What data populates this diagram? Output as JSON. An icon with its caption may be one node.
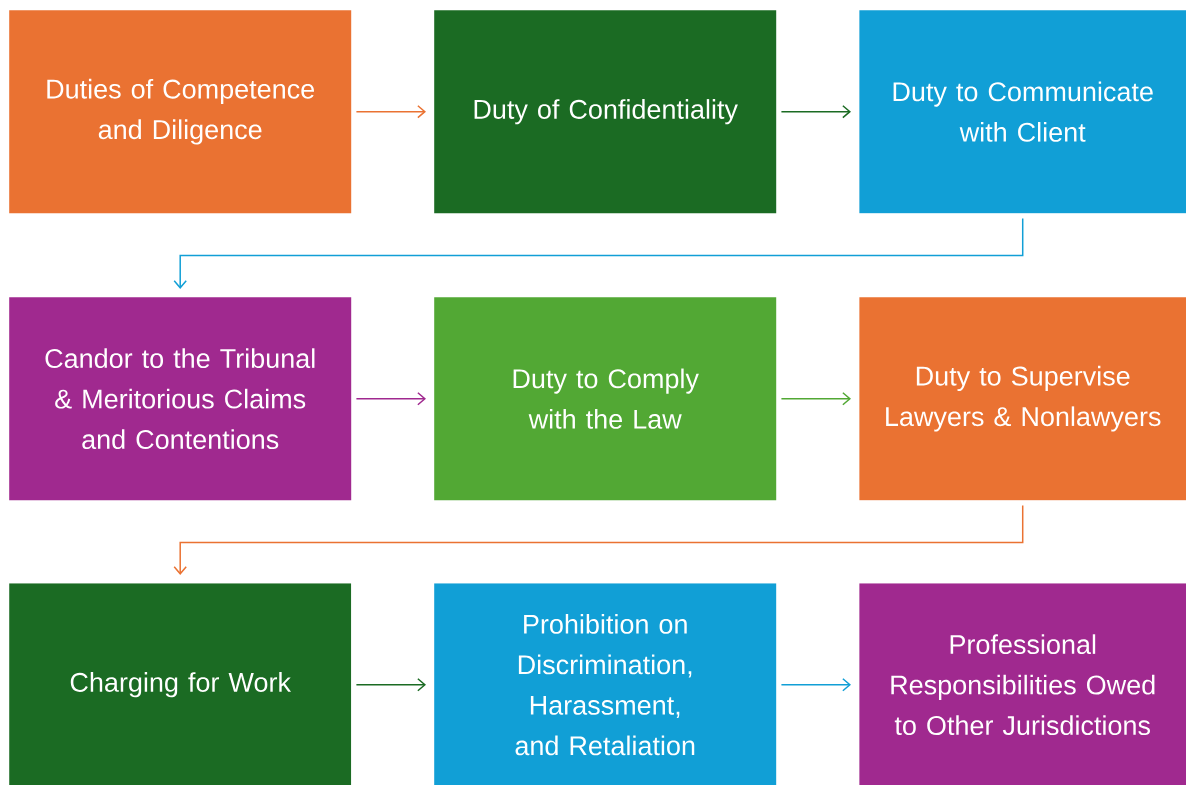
{
  "diagram": {
    "nodes": [
      {
        "text": [
          "Duties of Competence and Diligence"
        ]
      },
      {
        "text": [
          "Duty of Confidentiality"
        ]
      },
      {
        "text": [
          "Duty to Communicate with Client"
        ]
      },
      {
        "text": [
          "Candor to the Tribunal & Meritorious Claims and Contentions"
        ]
      },
      {
        "text": [
          "Duty to Comply with the Law"
        ]
      },
      {
        "text": [
          "Duty to Supervise Lawyers & Nonlawyers"
        ]
      },
      {
        "text": [
          "Charging for Work"
        ]
      },
      {
        "text": [
          "Prohibition on Discrimination, Harassment, and Retaliation"
        ]
      },
      {
        "text": [
          "Professional Responsibilities Owed to Other Jurisdictions"
        ]
      }
    ],
    "edges": [
      {
        "from": 0,
        "to": 1,
        "arrow": "to",
        "color": "#ea7232"
      },
      {
        "from": 1,
        "to": 2,
        "arrow": "to",
        "color": "#1b6b23"
      },
      {
        "from": 2,
        "to": 3,
        "arrow": "to",
        "color": "#119fd6"
      },
      {
        "from": 3,
        "to": 4,
        "arrow": "to",
        "color": "#a0298f"
      },
      {
        "from": 4,
        "to": 5,
        "arrow": "to",
        "color": "#52a834"
      },
      {
        "from": 5,
        "to": 6,
        "arrow": "to",
        "color": "#ea7232"
      },
      {
        "from": 6,
        "to": 7,
        "arrow": "to",
        "color": "#1b6b23"
      },
      {
        "from": 7,
        "to": 8,
        "arrow": "to",
        "color": "#119fd6"
      }
    ]
  }
}
